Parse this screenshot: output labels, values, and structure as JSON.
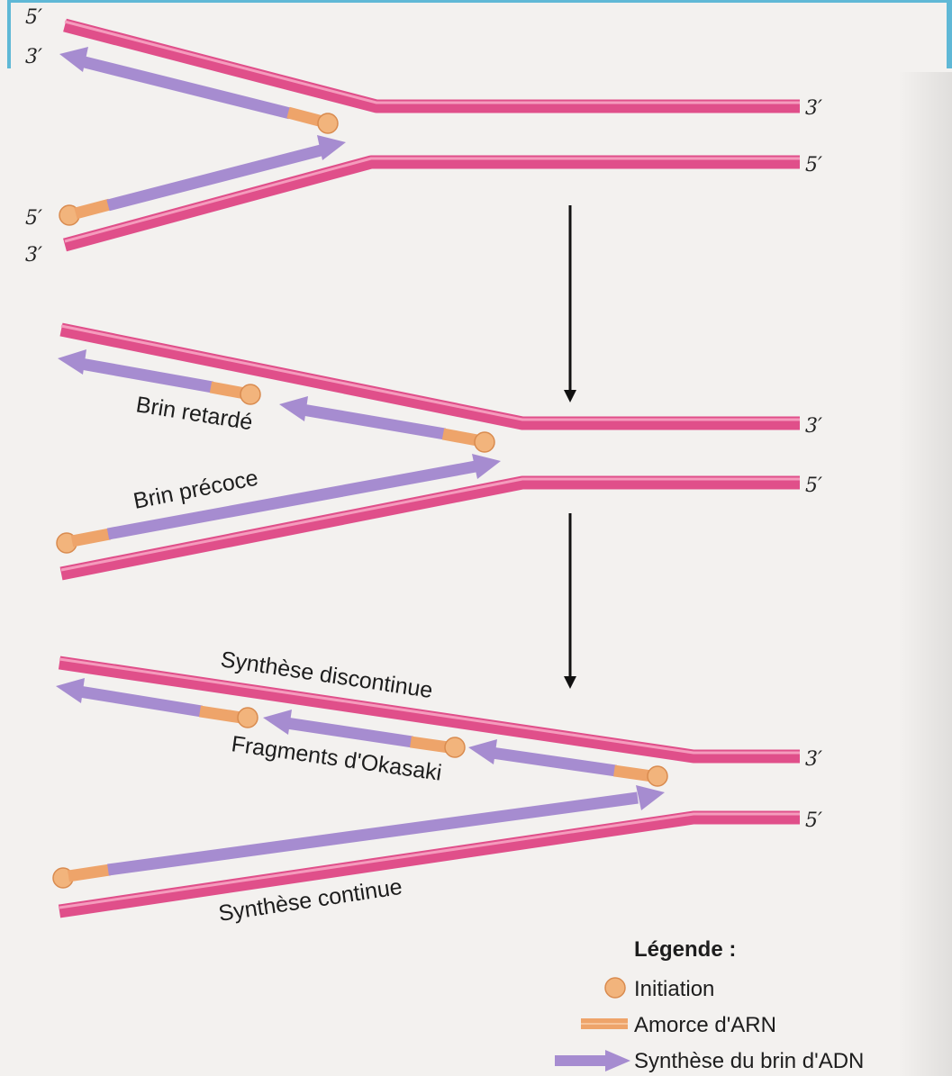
{
  "ends": {
    "five_prime": "5′",
    "three_prime": "3′"
  },
  "stage_labels": {
    "lagging_strand": "Brin retardé",
    "leading_strand": "Brin précoce",
    "discontinuous_synthesis": "Synthèse discontinue",
    "okazaki_fragments": "Fragments d'Okasaki",
    "continuous_synthesis": "Synthèse continue"
  },
  "legend": {
    "title": "Légende :",
    "items": [
      {
        "label": "Initiation",
        "icon": "initiation-dot-icon"
      },
      {
        "label": "Amorce d'ARN",
        "icon": "rna-primer-icon"
      },
      {
        "label": "Synthèse du brin d'ADN",
        "icon": "dna-synthesis-arrow-icon"
      }
    ]
  },
  "colors": {
    "parent_strand": "#e04f8a",
    "parent_strand_light": "#f07aa8",
    "new_strand": "#a68cd0",
    "new_strand_light": "#bca7e0",
    "primer": "#eea46a",
    "initiation": "#f2b47c",
    "arrow": "#111111",
    "frame_accent": "#5fb8d6"
  }
}
